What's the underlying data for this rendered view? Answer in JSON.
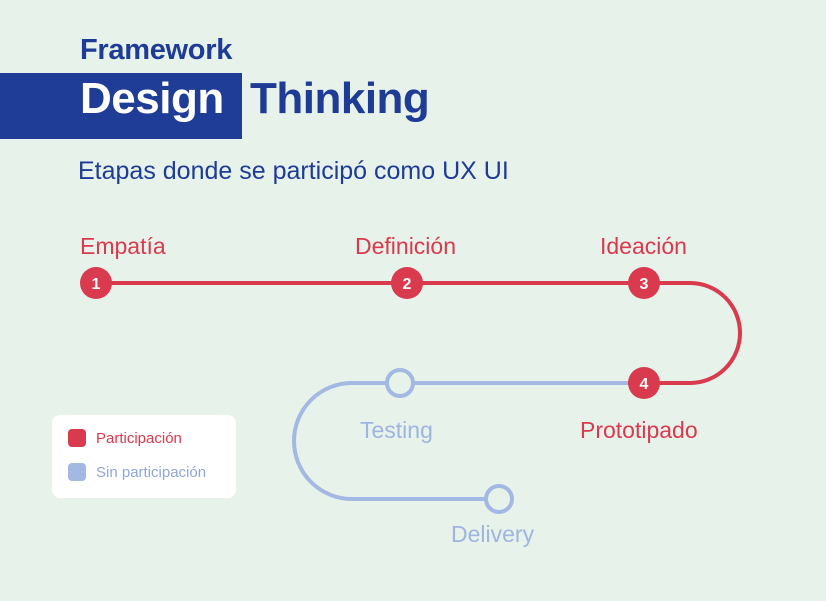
{
  "header": {
    "framework": "Framework",
    "title_part1": "Design",
    "title_part2": "Thinking",
    "subtitle": "Etapas donde se participó como UX UI"
  },
  "stages": [
    {
      "number": "1",
      "label": "Empatía",
      "participated": true
    },
    {
      "number": "2",
      "label": "Definición",
      "participated": true
    },
    {
      "number": "3",
      "label": "Ideación",
      "participated": true
    },
    {
      "number": "4",
      "label": "Prototipado",
      "participated": true
    },
    {
      "number": "",
      "label": "Testing",
      "participated": false
    },
    {
      "number": "",
      "label": "Delivery",
      "participated": false
    }
  ],
  "legend": {
    "participation": "Participación",
    "no_participation": "Sin participación"
  },
  "colors": {
    "participation": "#d93a4e",
    "no_participation": "#a3b8e3",
    "brand": "#1e3b96",
    "background": "#e6f2ea"
  }
}
